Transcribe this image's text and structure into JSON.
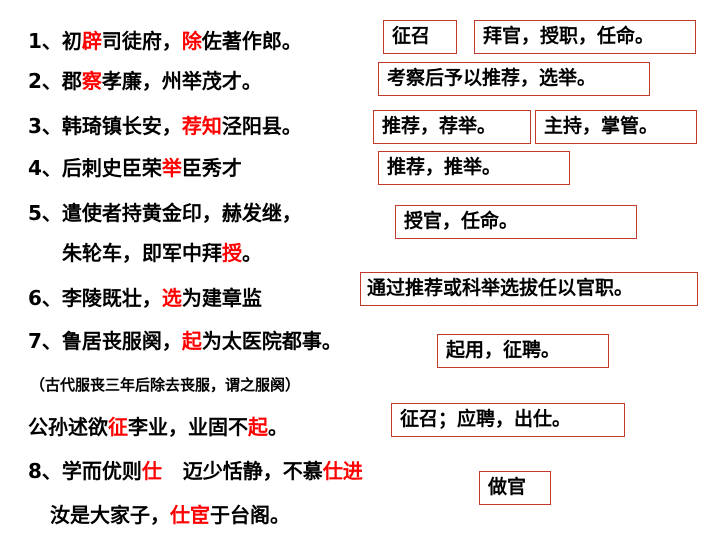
{
  "lines": [
    {
      "id": "l1",
      "segments": [
        "1、初",
        "辟",
        "司徒府，",
        "除",
        "佐著作郎。"
      ]
    },
    {
      "id": "l2",
      "segments": [
        "2、郡",
        "察",
        "孝廉，州举茂才。"
      ]
    },
    {
      "id": "l3",
      "segments": [
        "3、韩琦镇长安，",
        "荐知",
        "泾阳县。"
      ]
    },
    {
      "id": "l4",
      "segments": [
        "4、后刺史臣荣",
        "举",
        "臣秀才"
      ]
    },
    {
      "id": "l5a",
      "segments": [
        "5、遣使者持黄金印，赫发继，"
      ]
    },
    {
      "id": "l5b",
      "segments": [
        "朱轮车，即军中拜",
        "授",
        "。"
      ]
    },
    {
      "id": "l6",
      "segments": [
        "6、李陵既壮，",
        "选",
        "为建章监"
      ]
    },
    {
      "id": "l7",
      "segments": [
        "7、鲁居丧服阕，",
        "起",
        "为太医院都事。"
      ]
    },
    {
      "id": "l7n",
      "segments": [
        "（古代服丧三年后除去丧服，谓之服阕）"
      ]
    },
    {
      "id": "l7b",
      "segments": [
        "公孙述欲",
        "征",
        "李业，业固不",
        "起",
        "。"
      ]
    },
    {
      "id": "l8a",
      "segments": [
        "8、学而优则",
        "仕",
        "   迈少恬静，不慕",
        "仕进"
      ]
    },
    {
      "id": "l8b",
      "segments": [
        "汝是大家子，",
        "仕宦",
        "于台阁。"
      ]
    }
  ],
  "boxes": {
    "b1a": "征召",
    "b1b": "拜官，授职，任命。",
    "b2": "考察后予以推荐，选举。",
    "b3a": "推荐，荐举。",
    "b3b": "主持，掌管。",
    "b4": "推荐，推举。",
    "b5": "授官，任命。",
    "b6": "通过推荐或科举选拔任以官职。",
    "b7": "起用，征聘。",
    "b7b": "征召；应聘，出仕。",
    "b8": "做官"
  },
  "colors": {
    "highlight": "#ff0000",
    "box_border": "#c0392b",
    "text": "#000000"
  }
}
